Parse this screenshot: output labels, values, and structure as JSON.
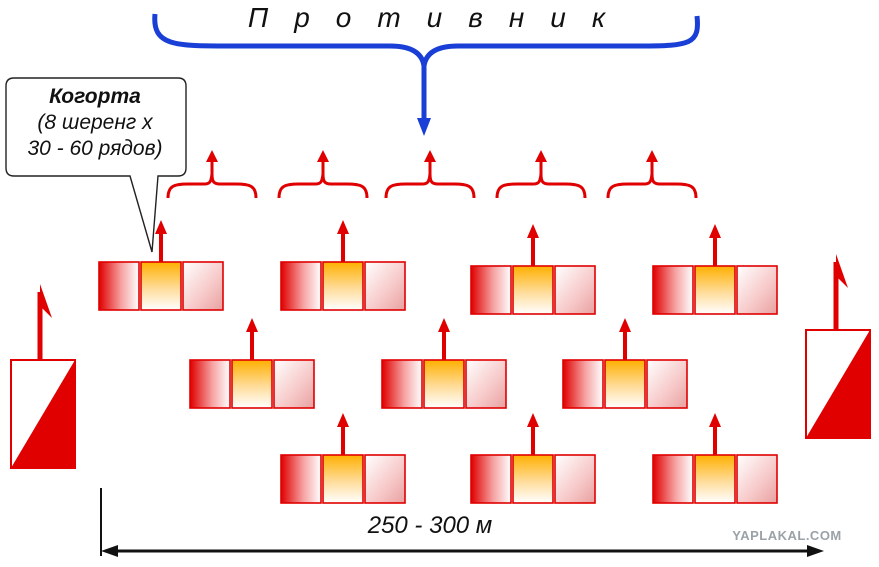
{
  "header": {
    "enemy_label": "Противник"
  },
  "callout": {
    "title": "Когорта",
    "line1": "(8 шеренг х",
    "line2": "30 - 60 рядов)"
  },
  "measure": {
    "distance_label": "250 - 300 м"
  },
  "watermark": "YAPLAKAL.COM",
  "colors": {
    "unit_red": "#e00000",
    "enemy_blue": "#1a3fd6",
    "center_orange": "#ffb400",
    "text": "#111111"
  },
  "formation": {
    "rows": 3,
    "cohorts_per_row": [
      4,
      3,
      3
    ],
    "front_brackets": 5,
    "flank_units": 2
  }
}
